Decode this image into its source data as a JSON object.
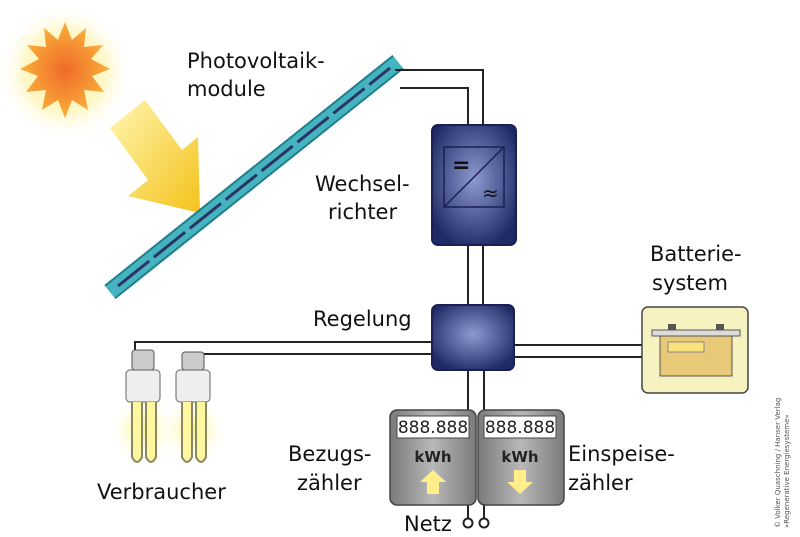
{
  "labels": {
    "pv_line1": "Photovoltaik-",
    "pv_line2": "module",
    "inverter_line1": "Wechsel-",
    "inverter_line2": "richter",
    "control": "Regelung",
    "battery_line1": "Batterie-",
    "battery_line2": "system",
    "import_meter_line1": "Bezugs-",
    "import_meter_line2": "zähler",
    "export_meter_line1": "Einspeise-",
    "export_meter_line2": "zähler",
    "consumers": "Verbraucher",
    "grid": "Netz"
  },
  "meters": [
    {
      "display": "888.888",
      "unit": "kWh",
      "arrow": "up"
    },
    {
      "display": "888.888",
      "unit": "kWh",
      "arrow": "down"
    }
  ],
  "inverter_symbols": {
    "dc": "=",
    "ac": "≈"
  },
  "copyright": {
    "line1": "© Volker Quaschning / Hanser Verlag",
    "line2": "»Regenerative Energiesysteme«"
  },
  "colors": {
    "panel": "#3aa8b4",
    "box": "#2e3a78",
    "meter": "#8a8a8a",
    "arrow": "#ffef8a",
    "sun": "#f47a1f"
  }
}
